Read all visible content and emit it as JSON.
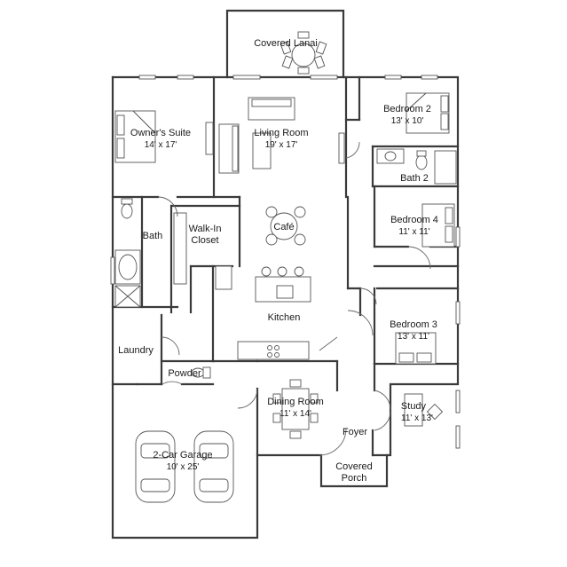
{
  "rooms": {
    "covered_lanai": {
      "name": "Covered Lanai"
    },
    "owners_suite": {
      "name": "Owner's Suite",
      "size": "14' x 17'"
    },
    "living_room": {
      "name": "Living Room",
      "size": "19' x 17'"
    },
    "bedroom_2": {
      "name": "Bedroom 2",
      "size": "13' x 10'"
    },
    "bath_2": {
      "name": "Bath 2"
    },
    "bath": {
      "name": "Bath"
    },
    "walk_in_closet": {
      "name": "Walk-In",
      "name2": "Closet"
    },
    "cafe": {
      "name": "Café"
    },
    "bedroom_4": {
      "name": "Bedroom 4",
      "size": "11' x 11'"
    },
    "kitchen": {
      "name": "Kitchen"
    },
    "bedroom_3": {
      "name": "Bedroom 3",
      "size": "13' x 11'"
    },
    "laundry": {
      "name": "Laundry"
    },
    "powder": {
      "name": "Powder"
    },
    "dining_room": {
      "name": "Dining Room",
      "size": "11' x 14'"
    },
    "study": {
      "name": "Study",
      "size": "11' x 13'"
    },
    "foyer": {
      "name": "Foyer"
    },
    "garage": {
      "name": "2-Car Garage",
      "size": "10' x 25'"
    },
    "covered_porch": {
      "name": "Covered",
      "name2": "Porch"
    }
  }
}
